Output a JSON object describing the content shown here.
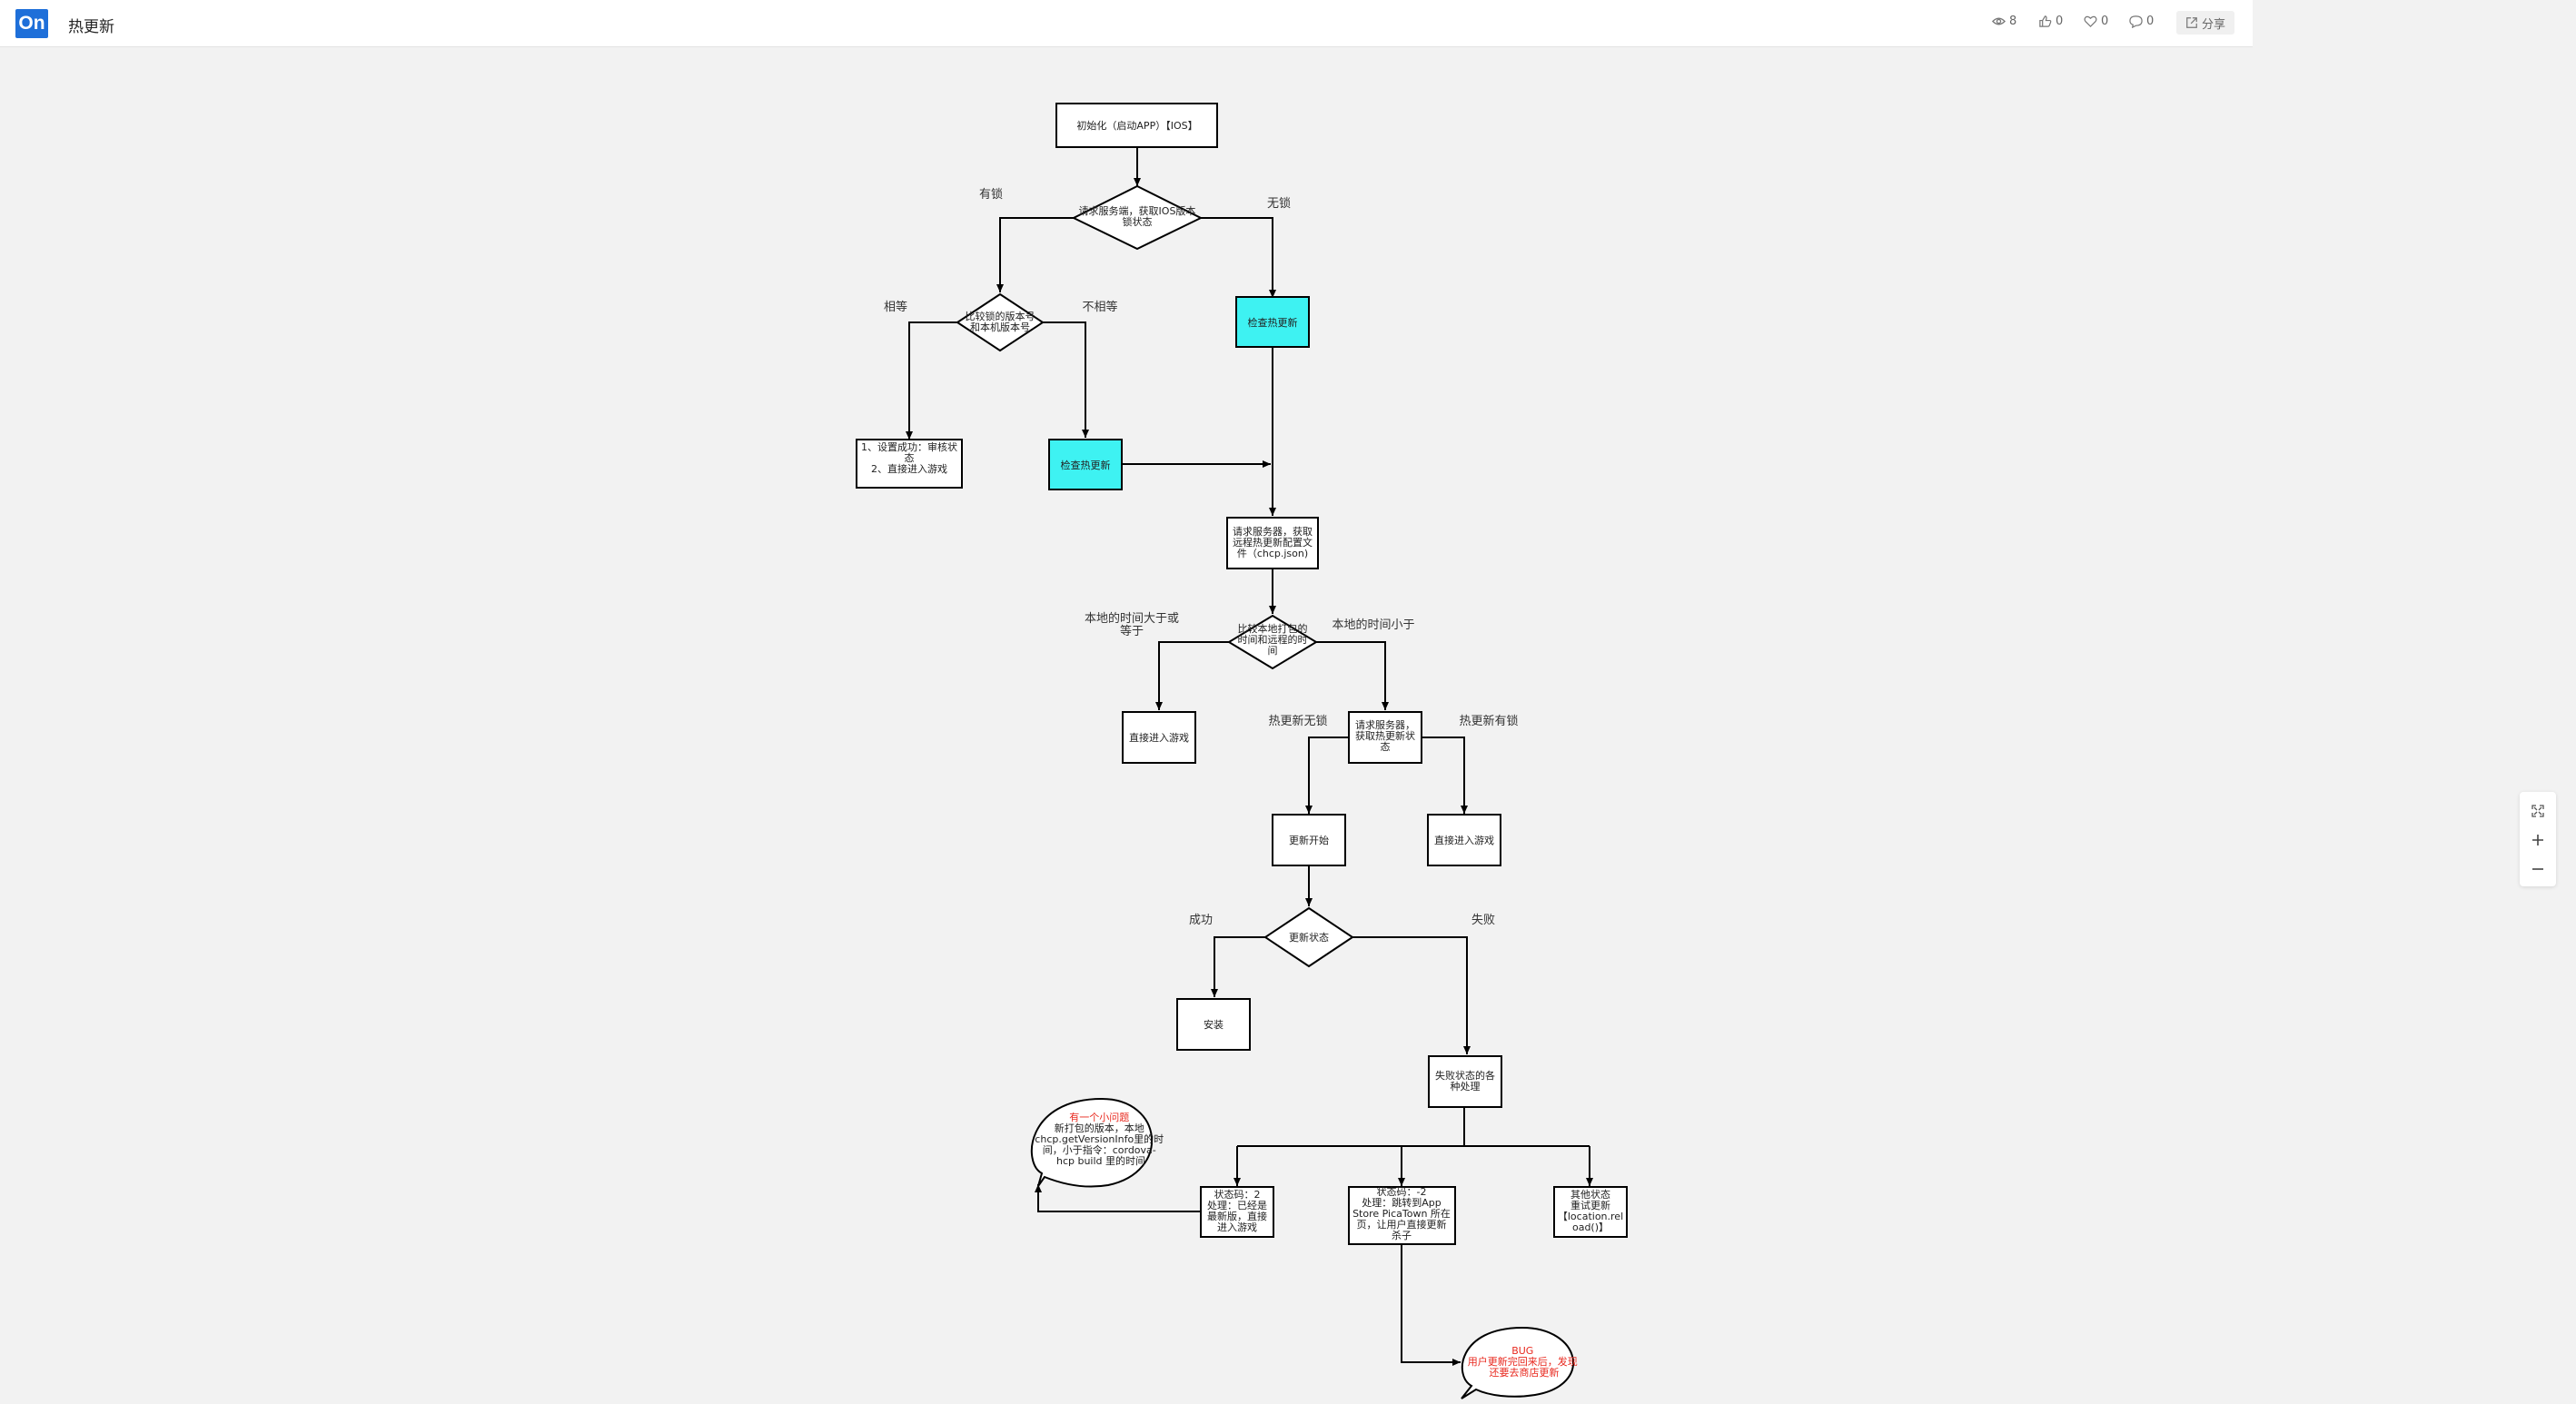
{
  "header": {
    "logo": "On",
    "title": "热更新",
    "views": "8",
    "likes": "0",
    "favorites": "0",
    "comments": "0",
    "share_label": "分享"
  },
  "colors": {
    "highlight": "#3ef2f2",
    "bubble_red": "#e8281e",
    "brand": "#1e6fd9"
  },
  "icons": [
    "eye-icon",
    "thumb-up-icon",
    "heart-icon",
    "comment-icon",
    "share-icon",
    "fit-screen-icon",
    "zoom-in-icon",
    "zoom-out-icon"
  ],
  "diagram": {
    "nodes": {
      "init": [
        "初始化（启动APP）【IOS】"
      ],
      "req_lock": [
        "请求服务端，获取IOS版本",
        "锁状态"
      ],
      "compare_version": [
        "比较锁的版本号",
        "和本机版本号"
      ],
      "check_hot_a": [
        "检查热更新"
      ],
      "set_success": [
        "1、设置成功：审核状",
        "态",
        "2、直接进入游戏"
      ],
      "check_hot_b": [
        "检查热更新"
      ],
      "req_config": [
        "请求服务器，获取",
        "远程热更新配置文",
        "件（chcp.json)"
      ],
      "compare_time": [
        "比较本地打包的",
        "时间和远程的时",
        "间"
      ],
      "enter_game_a": [
        "直接进入游戏"
      ],
      "req_hot_lock": [
        "请求服务器，",
        "获取热更新状",
        "态"
      ],
      "update_start": [
        "更新开始"
      ],
      "enter_game_b": [
        "直接进入游戏"
      ],
      "update_status": [
        "更新状态"
      ],
      "install": [
        "安装"
      ],
      "fail_handle": [
        "失败状态的各",
        "种处理"
      ],
      "code_2": [
        "状态码：2",
        "处理：已经是",
        "最新版，直接",
        "进入游戏"
      ],
      "code_neg2": [
        "状态码：-2",
        "处理：跳转到App",
        "Store PicaTown 所在",
        "页，让用户直接更新",
        "杀子"
      ],
      "code_other": [
        "其他状态",
        "重试更新",
        "【location.rel",
        "oad()】"
      ]
    },
    "edge_labels": {
      "locked": "有锁",
      "unlocked": "无锁",
      "equal": "相等",
      "not_equal": "不相等",
      "local_ge": [
        "本地的时间大于或",
        "等于"
      ],
      "local_lt": "本地的时间小于",
      "hot_unlocked": "热更新无锁",
      "hot_locked": "热更新有锁",
      "success": "成功",
      "failure": "失败"
    },
    "callouts": {
      "small_issue": {
        "title": "有一个小问题",
        "lines": [
          "新打包的版本，本地",
          "chcp.getVersionInfo里的时",
          "间，小于指令：cordova-",
          "hcp build 里的时间"
        ]
      },
      "bug": {
        "title": "BUG",
        "lines": [
          "用户更新完回来后，发现",
          "还要去商店更新"
        ]
      }
    }
  }
}
